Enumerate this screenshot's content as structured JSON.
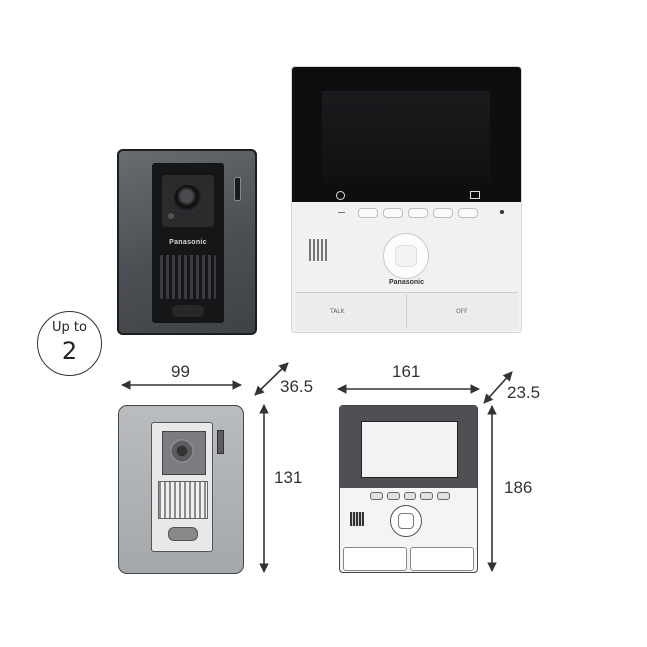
{
  "door_station_photo": {
    "brand": "Panasonic"
  },
  "monitor_photo": {
    "brand": "Panasonic",
    "talk_label": "TALK",
    "off_label": "OFF"
  },
  "badge": {
    "line1": "Up to",
    "line2": "2"
  },
  "door_station_dimensions": {
    "width": "99",
    "depth": "36.5",
    "height": "131"
  },
  "monitor_dimensions": {
    "width": "161",
    "depth": "23.5",
    "height": "186"
  }
}
